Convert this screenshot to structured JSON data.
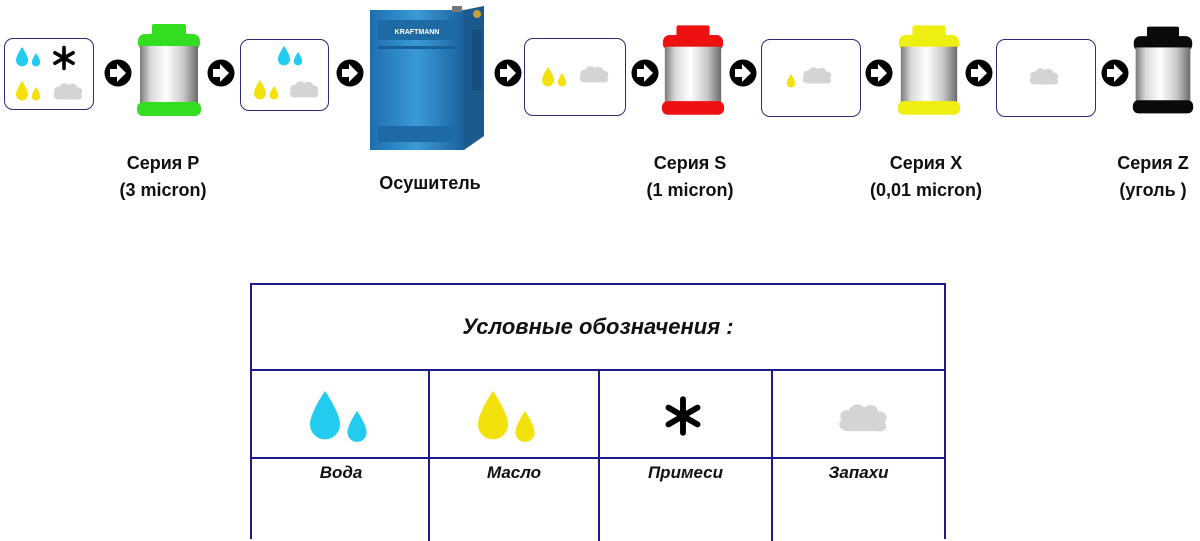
{
  "stages": [
    {
      "id": "p",
      "name": "Серия P",
      "spec": "(3 micron)",
      "cap_color": "#33dd22"
    },
    {
      "id": "dryer",
      "name": "Осушитель",
      "brand": "KRAFTMANN"
    },
    {
      "id": "s",
      "name": "Серия S",
      "spec": "(1 micron)",
      "cap_color": "#ee1111"
    },
    {
      "id": "x",
      "name": "Серия X",
      "spec": "(0,01 micron)",
      "cap_color": "#eeee11"
    },
    {
      "id": "z",
      "name": "Серия Z",
      "spec": "(уголь )",
      "cap_color": "#0a0a0a"
    }
  ],
  "legend": {
    "title": "Условные обозначения :",
    "items": [
      {
        "name": "Вода",
        "icon": "water-drops-icon",
        "color": "#22ccee"
      },
      {
        "name": "Масло",
        "icon": "oil-drops-icon",
        "color": "#f2e10a"
      },
      {
        "name": "Примеси",
        "icon": "asterisk-icon",
        "color": "#000000"
      },
      {
        "name": "Запахи",
        "icon": "cloud-icon",
        "color": "#d4d4d4"
      }
    ]
  },
  "colors": {
    "water": "#22ccee",
    "oil": "#f2e10a",
    "odor": "#d4d4d4",
    "border": "#1c1a8c",
    "dryer_body": "#2b86c7"
  }
}
